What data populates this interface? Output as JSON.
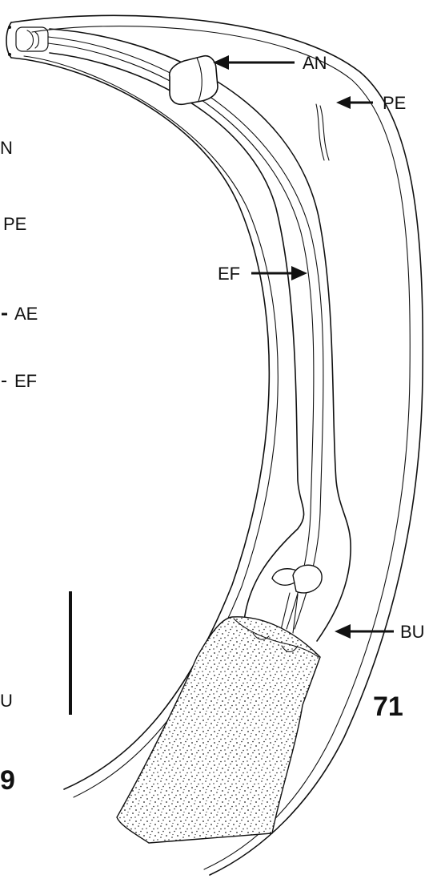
{
  "figure": {
    "number": "71",
    "adjacent_figure_partial": "9"
  },
  "labels": {
    "an": "AN",
    "pe": "PE",
    "ef": "EF",
    "bu": "BU"
  },
  "adjacent_labels": {
    "an_partial": "N",
    "pe": "PE",
    "ae": "AE",
    "ef": "EF",
    "bu_partial": "U"
  },
  "icons": {
    "arrow": "arrow-left-icon",
    "arrow_right": "arrow-right-icon"
  }
}
